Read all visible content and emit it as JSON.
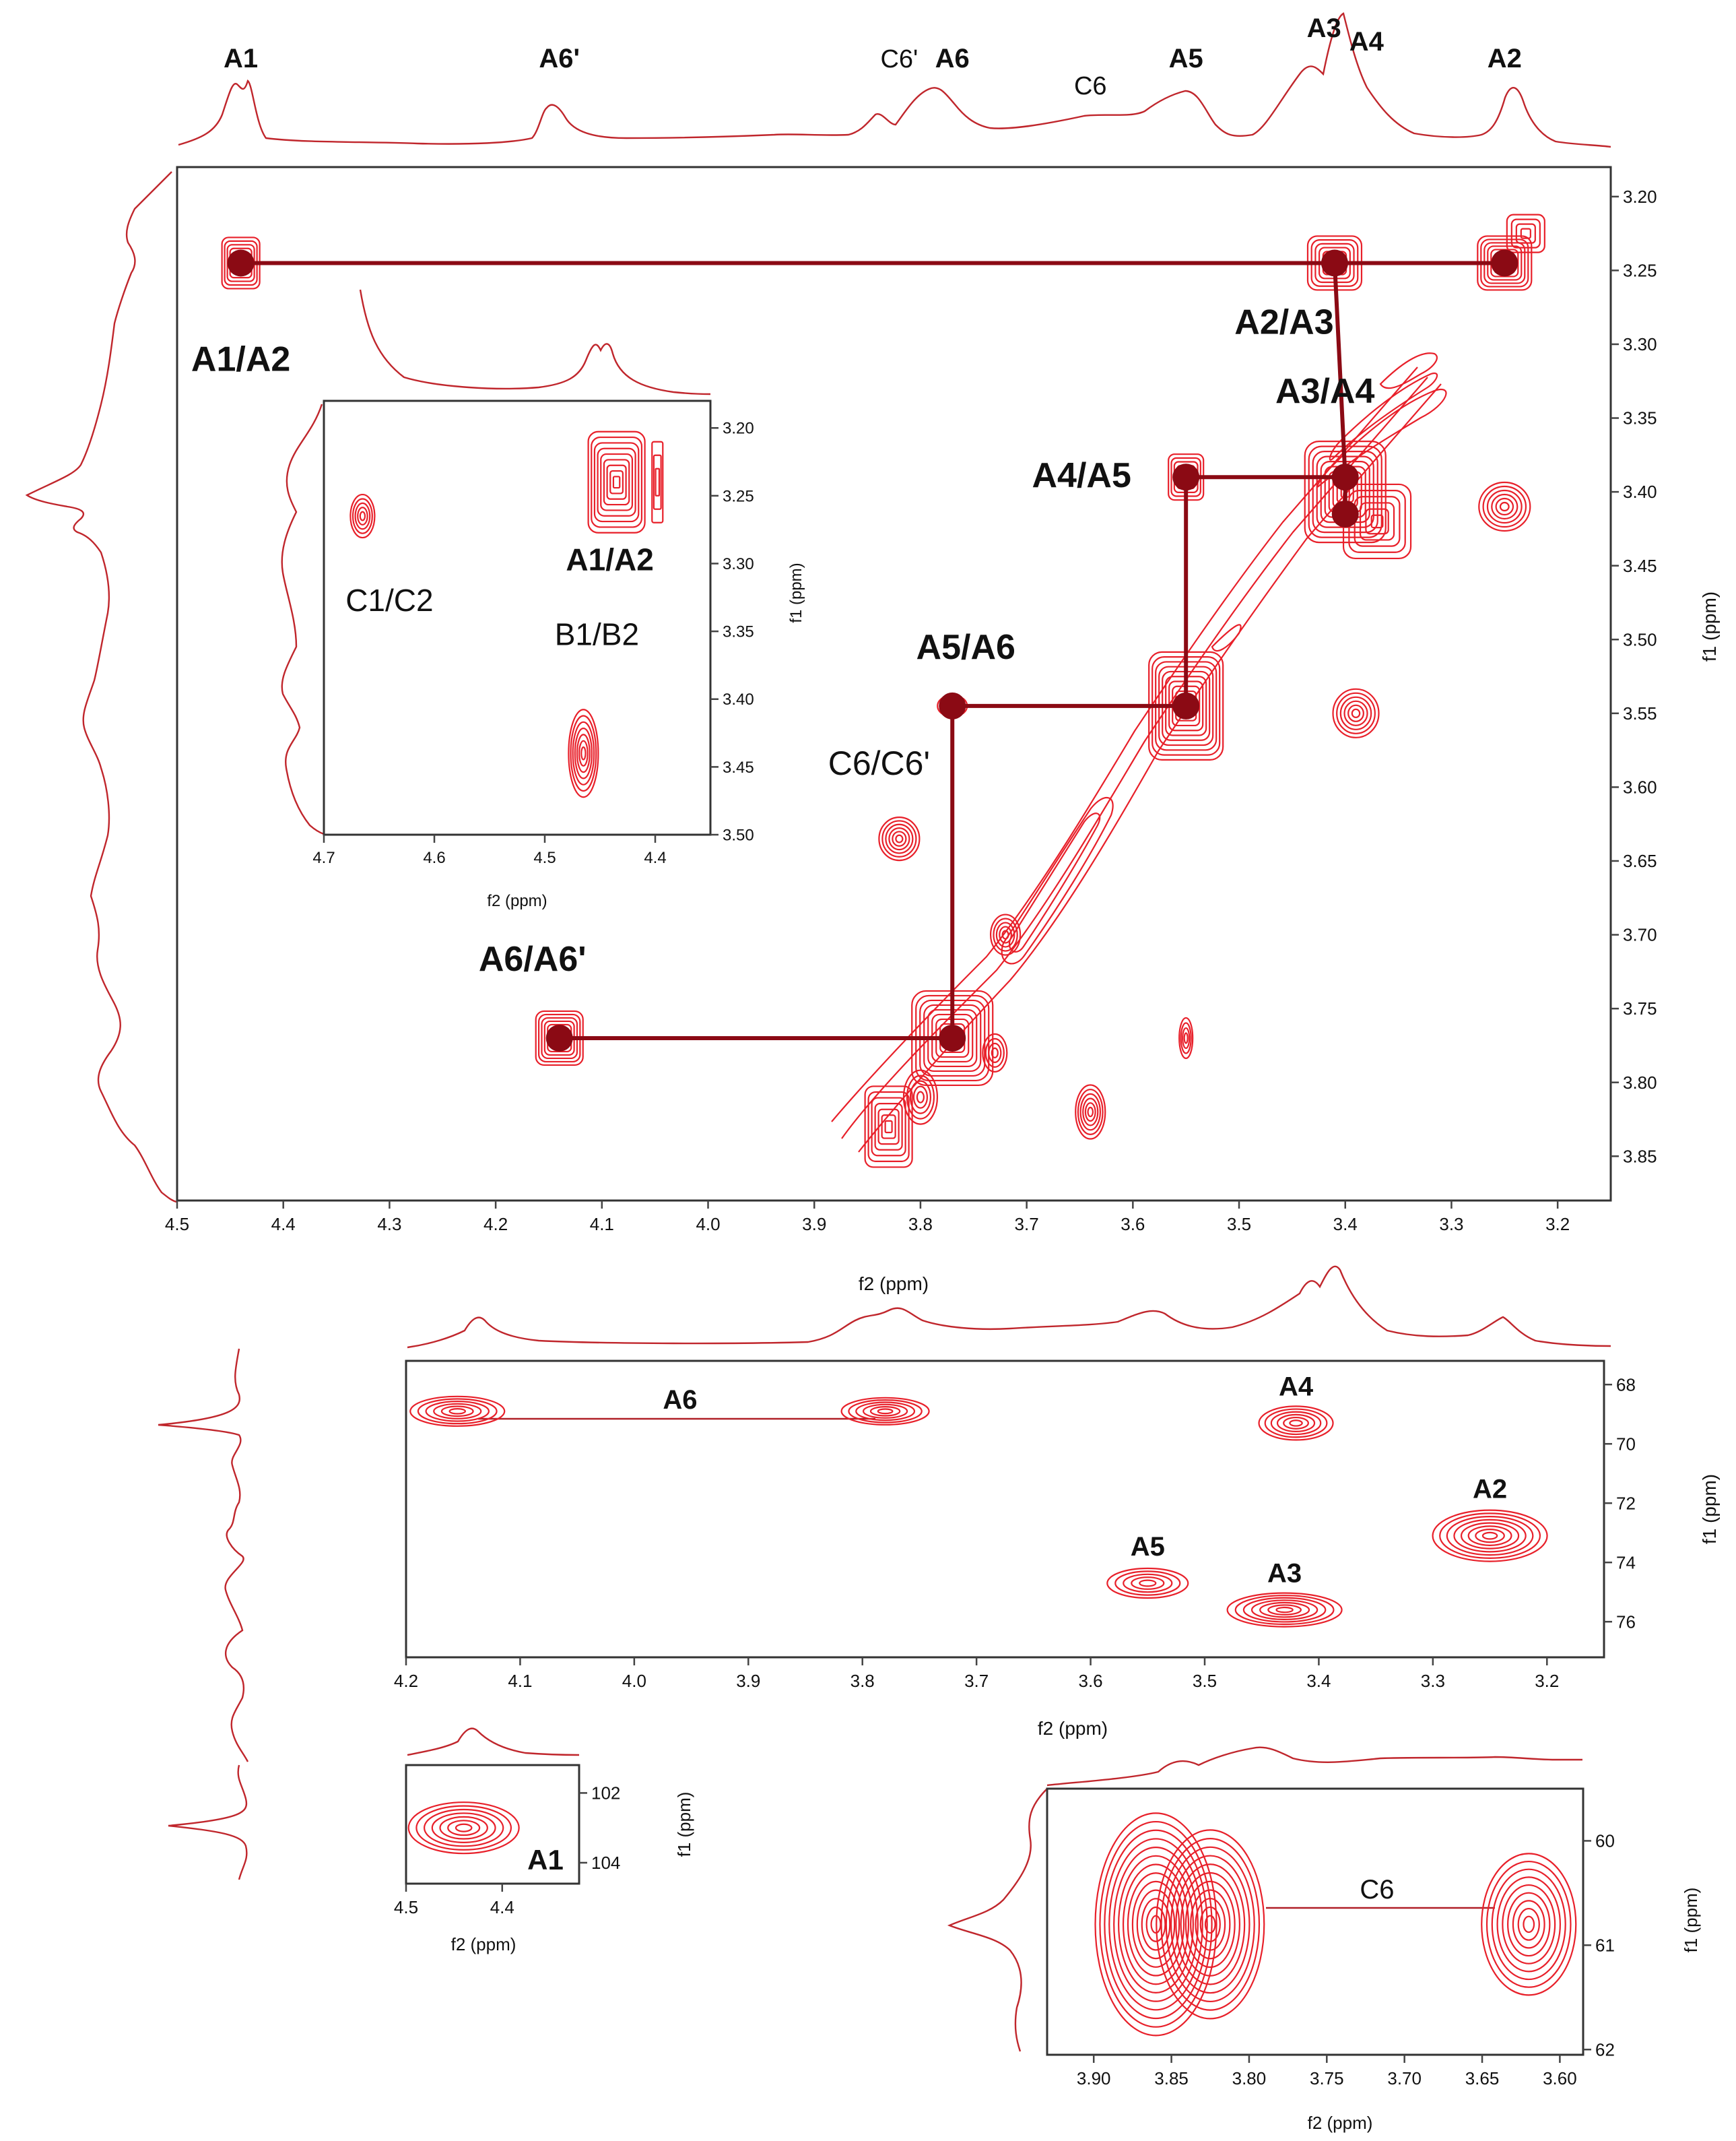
{
  "chart_data": [
    {
      "panel": "COSY",
      "type": "scatter",
      "xlabel": "f2 (ppm)",
      "ylabel": "f1 (ppm)",
      "xlim": [
        4.5,
        3.15
      ],
      "ylim": [
        3.18,
        3.88
      ],
      "x_ticks": [
        4.5,
        4.4,
        4.3,
        4.2,
        4.1,
        4.0,
        3.9,
        3.8,
        3.7,
        3.6,
        3.5,
        3.4,
        3.3,
        3.2
      ],
      "y_ticks": [
        3.2,
        3.25,
        3.3,
        3.35,
        3.4,
        3.45,
        3.5,
        3.55,
        3.6,
        3.65,
        3.7,
        3.75,
        3.8,
        3.85
      ],
      "projection_labels": [
        {
          "text": "A1",
          "x": 4.44,
          "bold": true
        },
        {
          "text": "A6'",
          "x": 4.14,
          "bold": true
        },
        {
          "text": "C6'",
          "x": 3.82,
          "bold": false
        },
        {
          "text": "A6",
          "x": 3.77,
          "bold": true
        },
        {
          "text": "C6",
          "x": 3.64,
          "bold": false
        },
        {
          "text": "A5",
          "x": 3.55,
          "bold": true
        },
        {
          "text": "A3",
          "x": 3.42,
          "bold": true
        },
        {
          "text": "A4",
          "x": 3.38,
          "bold": true
        },
        {
          "text": "A2",
          "x": 3.25,
          "bold": true
        }
      ],
      "cross_peaks": [
        {
          "label": "A1/A2",
          "x": 4.44,
          "y": 3.245
        },
        {
          "label": "A2/A3",
          "x": 3.41,
          "y": 3.245
        },
        {
          "label": "A3/A4",
          "x": 3.4,
          "y": 3.39
        },
        {
          "label": "A4/A5",
          "x": 3.55,
          "y": 3.39
        },
        {
          "label": "A5/A6",
          "x": 3.77,
          "y": 3.545
        },
        {
          "label": "A6/A6'",
          "x": 4.14,
          "y": 3.77
        },
        {
          "label": "C6/C6'",
          "x": 3.82,
          "y": 3.635
        }
      ],
      "connectivity_points": [
        {
          "x": 4.44,
          "y": 3.245
        },
        {
          "x": 3.41,
          "y": 3.245
        },
        {
          "x": 3.25,
          "y": 3.245
        },
        {
          "x": 3.4,
          "y": 3.39
        },
        {
          "x": 3.4,
          "y": 3.415
        },
        {
          "x": 3.55,
          "y": 3.39
        },
        {
          "x": 3.55,
          "y": 3.545
        },
        {
          "x": 3.77,
          "y": 3.545
        },
        {
          "x": 3.77,
          "y": 3.77
        },
        {
          "x": 4.14,
          "y": 3.77
        }
      ],
      "inset": {
        "xlabel": "f2 (ppm)",
        "ylabel": "f1 (ppm)",
        "xlim": [
          4.7,
          4.35
        ],
        "ylim": [
          3.18,
          3.5
        ],
        "x_ticks": [
          4.7,
          4.6,
          4.5,
          4.4
        ],
        "y_ticks": [
          3.2,
          3.25,
          3.3,
          3.35,
          3.4,
          3.45,
          3.5
        ],
        "peaks": [
          {
            "label": "C1/C2",
            "x": 4.665,
            "y": 3.265
          },
          {
            "label": "A1/A2",
            "x": 4.435,
            "y": 3.24
          },
          {
            "label": "B1/B2",
            "x": 4.465,
            "y": 3.44
          }
        ]
      }
    },
    {
      "panel": "HSQC",
      "type": "scatter",
      "xlabel": "f2 (ppm)",
      "ylabel": "f1 (ppm)",
      "xlim": [
        4.2,
        3.15
      ],
      "ylim": [
        67.2,
        77.2
      ],
      "x_ticks": [
        4.2,
        4.1,
        4.0,
        3.9,
        3.8,
        3.7,
        3.6,
        3.5,
        3.4,
        3.3,
        3.2
      ],
      "y_ticks": [
        68,
        70,
        72,
        74,
        76
      ],
      "peaks": [
        {
          "label": "A6",
          "x": 4.15,
          "y": 68.9
        },
        {
          "label": "A6",
          "x": 3.78,
          "y": 68.9
        },
        {
          "label": "A4",
          "x": 3.42,
          "y": 69.3
        },
        {
          "label": "A2",
          "x": 3.25,
          "y": 73.1
        },
        {
          "label": "A5",
          "x": 3.55,
          "y": 74.7
        },
        {
          "label": "A3",
          "x": 3.43,
          "y": 75.6
        }
      ]
    },
    {
      "panel": "HSQC-A1",
      "type": "scatter",
      "xlabel": "f2 (ppm)",
      "ylabel": "f1 (ppm)",
      "xlim": [
        4.5,
        4.32
      ],
      "ylim": [
        101.2,
        104.6
      ],
      "x_ticks": [
        4.5,
        4.4
      ],
      "y_ticks": [
        102,
        104
      ],
      "peaks": [
        {
          "label": "A1",
          "x": 4.44,
          "y": 103.0
        }
      ]
    },
    {
      "panel": "HSQC-C6",
      "type": "scatter",
      "xlabel": "f2 (ppm)",
      "ylabel": "f1 (ppm)",
      "xlim": [
        3.93,
        3.585
      ],
      "ylim": [
        59.5,
        62.05
      ],
      "x_ticks": [
        3.9,
        3.85,
        3.8,
        3.75,
        3.7,
        3.65,
        3.6
      ],
      "y_ticks": [
        60,
        61,
        62
      ],
      "peaks": [
        {
          "label": "C6",
          "x": 3.86,
          "y": 60.8
        },
        {
          "label": "C6",
          "x": 3.825,
          "y": 60.8
        },
        {
          "label": "C6",
          "x": 3.62,
          "y": 60.8
        }
      ]
    }
  ]
}
